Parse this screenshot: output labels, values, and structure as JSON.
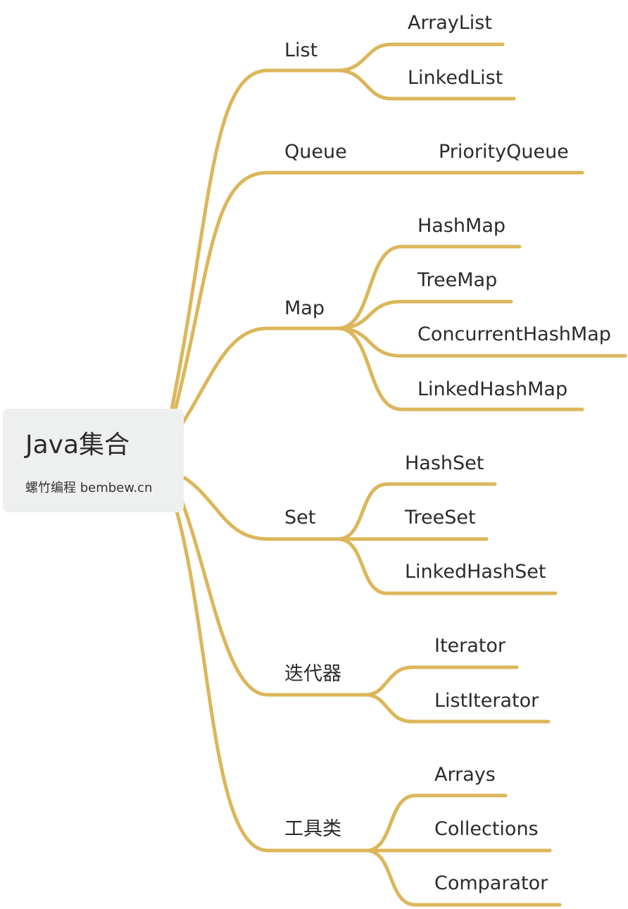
{
  "colors": {
    "branch": "#dcb65a",
    "root_background": "#eef0ef",
    "text": "#2b2b2b"
  },
  "root": {
    "title": "Java集合",
    "subtitle": "螺竹编程 bembew.cn"
  },
  "branches": [
    {
      "label": "List",
      "children": [
        "ArrayList",
        "LinkedList"
      ]
    },
    {
      "label": "Queue",
      "children": [
        "PriorityQueue"
      ]
    },
    {
      "label": "Map",
      "children": [
        "HashMap",
        "TreeMap",
        "ConcurrentHashMap",
        "LinkedHashMap"
      ]
    },
    {
      "label": "Set",
      "children": [
        "HashSet",
        "TreeSet",
        "LinkedHashSet"
      ]
    },
    {
      "label": "迭代器",
      "children": [
        "Iterator",
        "ListIterator"
      ]
    },
    {
      "label": "工具类",
      "children": [
        "Arrays",
        "Collections",
        "Comparator"
      ]
    }
  ]
}
